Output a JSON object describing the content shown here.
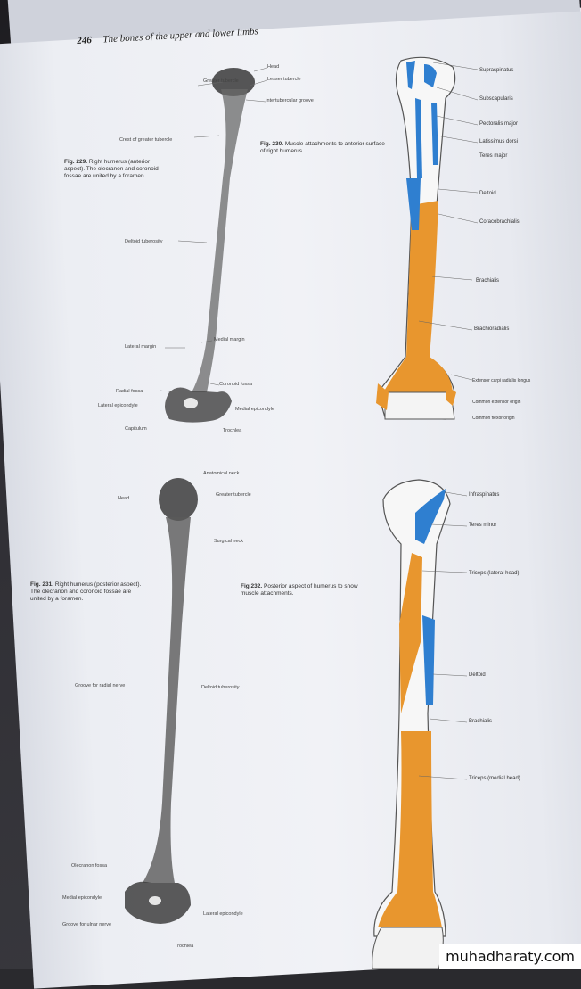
{
  "page": {
    "number": "246",
    "title": "The bones of the upper and lower limbs"
  },
  "fig229": {
    "caption_label": "Fig. 229.",
    "caption_text": "Right humerus (anterior aspect). The olecranon and coronoid fossae are united by a foramen.",
    "labels": {
      "head": "Head",
      "greater_tubercle": "Greater tubercle",
      "lesser_tubercle": "Lesser tubercle",
      "intertubercular_groove": "Intertubercular groove",
      "crest_greater_tubercle": "Crest of greater tubercle",
      "deltoid_tuberosity": "Deltoid tuberosity",
      "lateral_margin": "Lateral margin",
      "medial_margin": "Medial margin",
      "radial_fossa": "Radial fossa",
      "coronoid_fossa": "Coronoid fossa",
      "lateral_epicondyle": "Lateral epicondyle",
      "medial_epicondyle": "Medial epicondyle",
      "capitulum": "Capitulum",
      "trochlea": "Trochlea"
    }
  },
  "fig230": {
    "caption_label": "Fig. 230.",
    "caption_text": "Muscle attachments to anterior surface of right humerus.",
    "labels": {
      "supraspinatus": "Supraspinatus",
      "subscapularis": "Subscapularis",
      "pectoralis_major": "Pectoralis major",
      "latissimus_dorsi": "Latissimus dorsi",
      "teres_major": "Teres major",
      "deltoid": "Deltoid",
      "coracobrachialis": "Coracobrachialis",
      "brachialis": "Brachialis",
      "brachioradialis": "Brachioradialis",
      "ecrl": "Extensor carpi radialis longus",
      "common_extensor": "Common extensor origin",
      "common_flexor": "Common flexor origin"
    }
  },
  "fig231": {
    "caption_label": "Fig. 231.",
    "caption_text": "Right humerus (posterior aspect). The olecranon and coronoid fossae are united by a foramen.",
    "labels": {
      "anatomical_neck": "Anatomical neck",
      "head": "Head",
      "greater_tubercle": "Greater tubercle",
      "surgical_neck": "Surgical neck",
      "groove_radial_nerve": "Groove for radial nerve",
      "deltoid_tuberosity": "Deltoid tuberosity",
      "olecranon_fossa": "Olecranon fossa",
      "medial_epicondyle": "Medial epicondyle",
      "lateral_epicondyle": "Lateral epicondyle",
      "groove_ulnar_nerve": "Groove for ulnar nerve",
      "trochlea": "Trochlea"
    }
  },
  "fig232": {
    "caption_label": "Fig 232.",
    "caption_text": "Posterior aspect of humerus to show muscle attachments.",
    "labels": {
      "infraspinatus": "Infraspinatus",
      "teres_minor": "Teres minor",
      "triceps_lateral": "Triceps (lateral head)",
      "deltoid": "Deltoid",
      "brachialis": "Brachialis",
      "triceps_medial": "Triceps (medial head)"
    }
  },
  "colors": {
    "origin_orange": "#e8962e",
    "insertion_blue": "#2f7fd0",
    "bone_outline": "#555555"
  },
  "watermark": "muhadharaty.com"
}
